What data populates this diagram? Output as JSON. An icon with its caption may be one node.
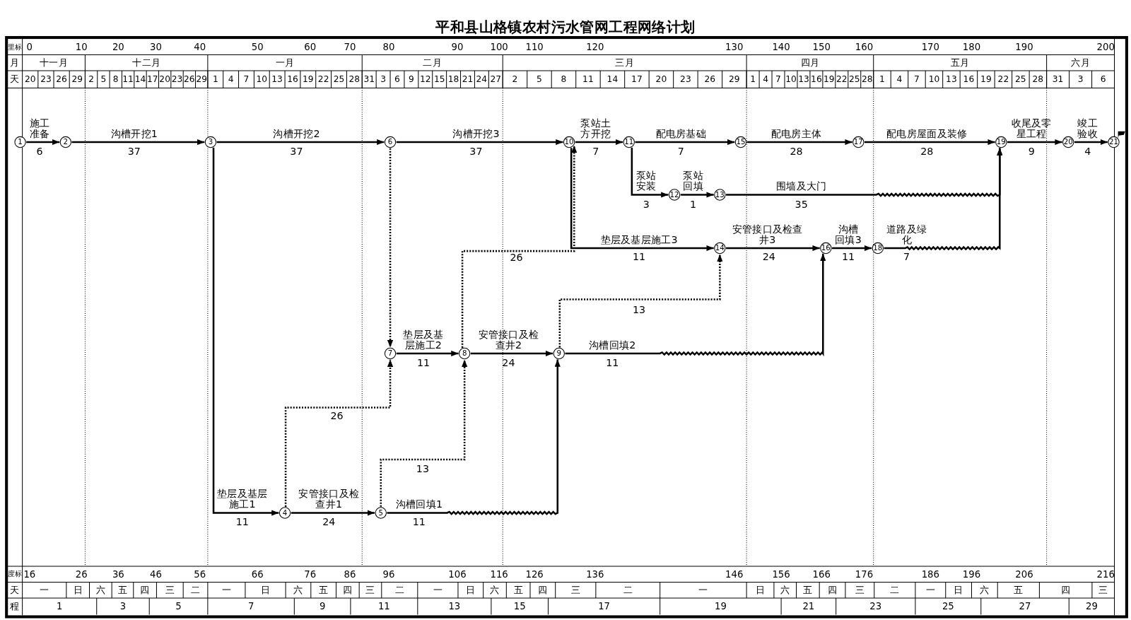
{
  "diagram": {
    "title": "平和县山格镇农村污水管网工程网络计划",
    "nodes": [
      {
        "text": [
          "1"
        ]
      },
      {
        "text": [
          "2"
        ]
      },
      {
        "text": [
          "3"
        ]
      },
      {
        "text": [
          "4"
        ]
      },
      {
        "text": [
          "5"
        ]
      },
      {
        "text": [
          "6"
        ]
      },
      {
        "text": [
          "7"
        ]
      },
      {
        "text": [
          "8"
        ]
      },
      {
        "text": [
          "9"
        ]
      },
      {
        "text": [
          "10"
        ]
      },
      {
        "text": [
          "11"
        ]
      },
      {
        "text": [
          "12"
        ]
      },
      {
        "text": [
          "13"
        ]
      },
      {
        "text": [
          "14"
        ]
      },
      {
        "text": [
          "15"
        ]
      },
      {
        "text": [
          "16"
        ]
      },
      {
        "text": [
          "17"
        ]
      },
      {
        "text": [
          "18"
        ]
      },
      {
        "text": [
          "19"
        ]
      },
      {
        "text": [
          "20"
        ]
      },
      {
        "text": [
          "21"
        ]
      }
    ],
    "edges": [
      {
        "from": 0,
        "to": 1,
        "arrow": "to",
        "label": "施工准备"
      },
      {
        "from": 1,
        "to": 2,
        "arrow": "to",
        "label": "沟槽开挖1"
      },
      {
        "from": 2,
        "to": 5,
        "arrow": "to",
        "label": "沟槽开挖2"
      },
      {
        "from": 5,
        "to": 9,
        "arrow": "to",
        "label": "沟槽开挖3"
      },
      {
        "from": 9,
        "to": 10,
        "arrow": "to",
        "label": "泵站土方开挖"
      },
      {
        "from": 10,
        "to": 14,
        "arrow": "to",
        "label": "配电房基础"
      },
      {
        "from": 14,
        "to": 16,
        "arrow": "to",
        "label": "配电房主体"
      },
      {
        "from": 16,
        "to": 18,
        "arrow": "to",
        "label": "配电房屋面及装修"
      },
      {
        "from": 18,
        "to": 19,
        "arrow": "to",
        "label": "收尾及零星工程"
      },
      {
        "from": 19,
        "to": 20,
        "arrow": "to",
        "label": "竣工验收"
      },
      {
        "from": 10,
        "to": 11,
        "arrow": "to",
        "label": "泵站安装"
      },
      {
        "from": 11,
        "to": 12,
        "arrow": "to",
        "label": "泵站回填"
      },
      {
        "from": 12,
        "to": 18,
        "arrow": "to",
        "label": "围墙及大门"
      },
      {
        "from": 9,
        "to": 13,
        "arrow": "to",
        "label": "垫层及基层施工3"
      },
      {
        "from": 13,
        "to": 15,
        "arrow": "to",
        "label": "安管接口及检查井3"
      },
      {
        "from": 15,
        "to": 17,
        "arrow": "to",
        "label": "沟槽回填3"
      },
      {
        "from": 17,
        "to": 18,
        "arrow": "to",
        "label": "道路及绿化"
      },
      {
        "from": 2,
        "to": 3,
        "arrow": "to",
        "label": "垫层及基层施工1"
      },
      {
        "from": 3,
        "to": 4,
        "arrow": "to",
        "label": "安管接口及检查井1"
      },
      {
        "from": 4,
        "to": 8,
        "arrow": "to",
        "label": "沟槽回填1"
      },
      {
        "from": 5,
        "to": 6,
        "arrow": "to",
        "style": "dashed"
      },
      {
        "from": 3,
        "to": 6,
        "arrow": "to",
        "style": "dashed",
        "label": "26"
      },
      {
        "from": 6,
        "to": 7,
        "arrow": "to",
        "label": "垫层及基层施工2"
      },
      {
        "from": 7,
        "to": 8,
        "arrow": "to",
        "label": "安管接口及检查井2"
      },
      {
        "from": 4,
        "to": 7,
        "arrow": "to",
        "style": "dashed",
        "label": "13"
      },
      {
        "from": 7,
        "to": 9,
        "arrow": "to",
        "style": "dashed",
        "label": "26"
      },
      {
        "from": 8,
        "to": 13,
        "arrow": "to",
        "style": "dashed",
        "label": "13"
      },
      {
        "from": 8,
        "to": 15,
        "arrow": "to",
        "label": "沟槽回填2"
      }
    ],
    "labels": [
      "里标",
      "0",
      "10",
      "20",
      "30",
      "40",
      "50",
      "60",
      "70",
      "80",
      "90",
      "100",
      "110",
      "120",
      "130",
      "140",
      "150",
      "160",
      "170",
      "180",
      "190",
      "200",
      "月",
      "十一月",
      "十二月",
      "一月",
      "二月",
      "三月",
      "四月",
      "五月",
      "六月",
      "天",
      "20",
      "23",
      "26",
      "29",
      "2",
      "5",
      "8",
      "11",
      "14",
      "17",
      "20",
      "23",
      "26",
      "29",
      "1",
      "4",
      "7",
      "10",
      "13",
      "16",
      "19",
      "22",
      "25",
      "28",
      "31",
      "3",
      "6",
      "9",
      "12",
      "15",
      "18",
      "21",
      "24",
      "27",
      "2",
      "5",
      "8",
      "11",
      "14",
      "17",
      "20",
      "23",
      "26",
      "29",
      "1",
      "4",
      "7",
      "10",
      "13",
      "16",
      "19",
      "22",
      "25",
      "28",
      "1",
      "4",
      "7",
      "10",
      "13",
      "16",
      "19",
      "22",
      "25",
      "28",
      "31",
      "3",
      "6",
      "度标",
      "16",
      "26",
      "36",
      "46",
      "56",
      "66",
      "76",
      "86",
      "96",
      "106",
      "116",
      "126",
      "136",
      "146",
      "156",
      "166",
      "176",
      "186",
      "196",
      "206",
      "216",
      "天",
      "一",
      "日",
      "六",
      "五",
      "四",
      "三",
      "二",
      "一",
      "日",
      "六",
      "五",
      "四",
      "三",
      "二",
      "一",
      "日",
      "六",
      "五",
      "四",
      "三",
      "二",
      "一",
      "日",
      "六",
      "五",
      "四",
      "三",
      "二",
      "一",
      "日",
      "六",
      "五",
      "四",
      "三",
      "程",
      "1",
      "3",
      "5",
      "7",
      "9",
      "11",
      "13",
      "15",
      "17",
      "19",
      "21",
      "23",
      "25",
      "27",
      "29",
      "6",
      "37",
      "37",
      "37",
      "7",
      "7",
      "28",
      "28",
      "9",
      "4",
      "3",
      "1",
      "35",
      "11",
      "24",
      "11",
      "7",
      "11",
      "24",
      "11",
      "11",
      "24",
      "11"
    ]
  }
}
